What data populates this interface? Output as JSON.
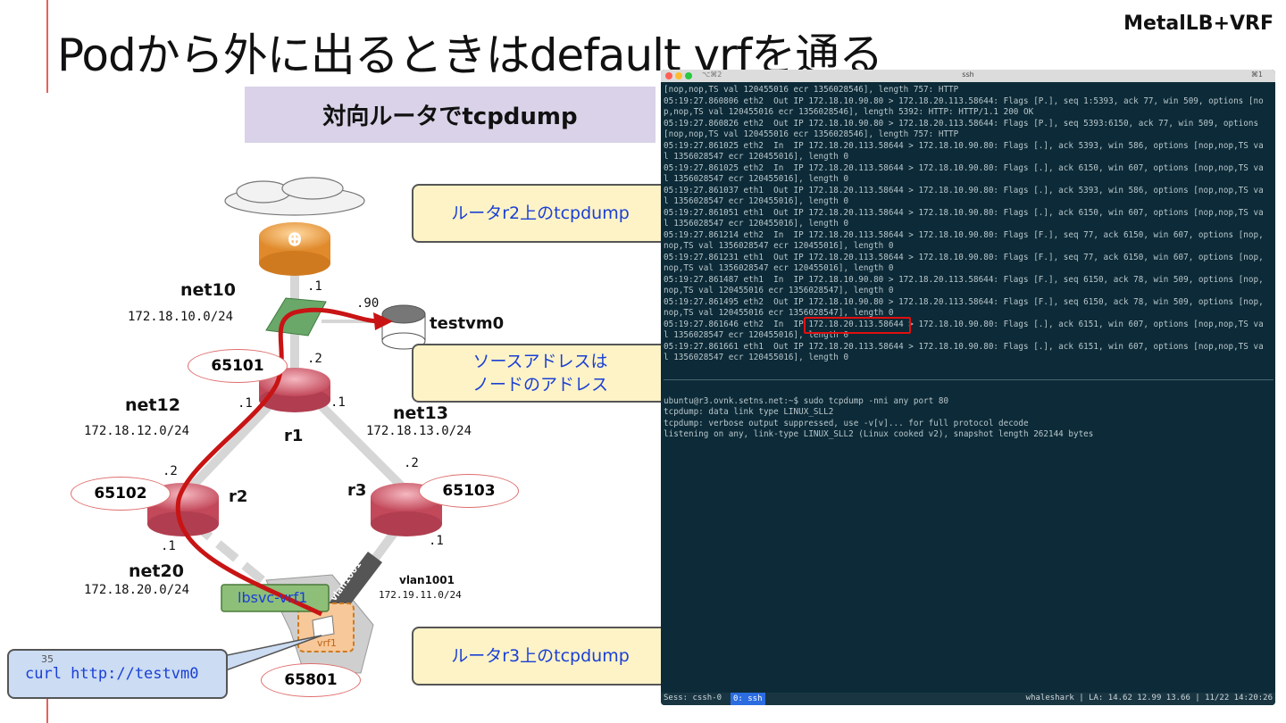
{
  "slide": {
    "title": "Podから外に出るときはdefault vrfを通る",
    "brand": "MetalLB+VRF",
    "banner": "対向ルータでtcpdump",
    "page_number": "35"
  },
  "diagram": {
    "net10": {
      "name": "net10",
      "cidr": "172.18.10.0/24"
    },
    "net12": {
      "name": "net12",
      "cidr": "172.18.12.0/24"
    },
    "net13": {
      "name": "net13",
      "cidr": "172.18.13.0/24"
    },
    "net20": {
      "name": "net20",
      "cidr": "172.18.20.0/24"
    },
    "vlan": {
      "name": "vlan1001",
      "cidr": "172.19.11.0/24",
      "tag": "vlan1001"
    },
    "testvm": "testvm0",
    "routers": {
      "r1": "r1",
      "r2": "r2",
      "r3": "r3"
    },
    "asn": {
      "r1": "65101",
      "r2": "65102",
      "r3": "65103",
      "node": "65801"
    },
    "vrf_green": "lbsvc-vrf1",
    "vrf_orange": "vrf1",
    "ips": {
      "top_r": ".1",
      "testvm": ".90",
      "r1_top": ".2",
      "r1_left": ".1",
      "r1_right": ".1",
      "r2_top": ".2",
      "r2_bottom": ".1",
      "r3_top": ".2",
      "r3_bottom": ".1"
    },
    "curl": "curl http://testvm0"
  },
  "callouts": {
    "r2": "ルータr2上のtcpdump",
    "src_line1": "ソースアドレスは",
    "src_line2": "ノードのアドレス",
    "r3": "ルータr3上のtcpdump"
  },
  "terminal": {
    "tab_left": "⌥⌘2",
    "title": "ssh",
    "right": "⌘1",
    "lines": [
      "[nop,nop,TS val 120455016 ecr 1356028546], length 757: HTTP",
      "05:19:27.860806 eth2  Out IP 172.18.10.90.80 > 172.18.20.113.58644: Flags [P.], seq 1:5393, ack 77, win 509, options [no",
      "p,nop,TS val 120455016 ecr 1356028546], length 5392: HTTP: HTTP/1.1 200 OK",
      "05:19:27.860826 eth2  Out IP 172.18.10.90.80 > 172.18.20.113.58644: Flags [P.], seq 5393:6150, ack 77, win 509, options",
      "[nop,nop,TS val 120455016 ecr 1356028546], length 757: HTTP",
      "05:19:27.861025 eth2  In  IP 172.18.20.113.58644 > 172.18.10.90.80: Flags [.], ack 5393, win 586, options [nop,nop,TS va",
      "l 1356028547 ecr 120455016], length 0",
      "05:19:27.861025 eth2  In  IP 172.18.20.113.58644 > 172.18.10.90.80: Flags [.], ack 6150, win 607, options [nop,nop,TS va",
      "l 1356028547 ecr 120455016], length 0",
      "05:19:27.861037 eth1  Out IP 172.18.20.113.58644 > 172.18.10.90.80: Flags [.], ack 5393, win 586, options [nop,nop,TS va",
      "l 1356028547 ecr 120455016], length 0",
      "05:19:27.861051 eth1  Out IP 172.18.20.113.58644 > 172.18.10.90.80: Flags [.], ack 6150, win 607, options [nop,nop,TS va",
      "l 1356028547 ecr 120455016], length 0",
      "05:19:27.861214 eth2  In  IP 172.18.20.113.58644 > 172.18.10.90.80: Flags [F.], seq 77, ack 6150, win 607, options [nop,",
      "nop,TS val 1356028547 ecr 120455016], length 0",
      "05:19:27.861231 eth1  Out IP 172.18.20.113.58644 > 172.18.10.90.80: Flags [F.], seq 77, ack 6150, win 607, options [nop,",
      "nop,TS val 1356028547 ecr 120455016], length 0",
      "05:19:27.861487 eth1  In  IP 172.18.10.90.80 > 172.18.20.113.58644: Flags [F.], seq 6150, ack 78, win 509, options [nop,",
      "nop,TS val 120455016 ecr 1356028547], length 0",
      "05:19:27.861495 eth2  Out IP 172.18.10.90.80 > 172.18.20.113.58644: Flags [F.], seq 6150, ack 78, win 509, options [nop,",
      "nop,TS val 120455016 ecr 1356028547], length 0",
      "05:19:27.861646 eth2  In  IP 172.18.20.113.58644 > 172.18.10.90.80: Flags [.], ack 6151, win 607, options [nop,nop,TS va",
      "l 1356028547 ecr 120455016], length 0",
      "05:19:27.861661 eth1  Out IP 172.18.20.113.58644 > 172.18.10.90.80: Flags [.], ack 6151, win 607, options [nop,nop,TS va",
      "l 1356028547 ecr 120455016], length 0"
    ],
    "lines2": [
      "",
      "ubuntu@r3.ovnk.setns.net:~$ sudo tcpdump -nni any port 80",
      "tcpdump: data link type LINUX_SLL2",
      "tcpdump: verbose output suppressed, use -v[v]... for full protocol decode",
      "listening on any, link-type LINUX_SLL2 (Linux cooked v2), snapshot length 262144 bytes"
    ],
    "status_left": "Sess: cssh-0",
    "status_window": "0: ssh",
    "status_right": "whaleshark | LA: 14.62 12.99 13.66 |  11/22 14:20:26"
  }
}
